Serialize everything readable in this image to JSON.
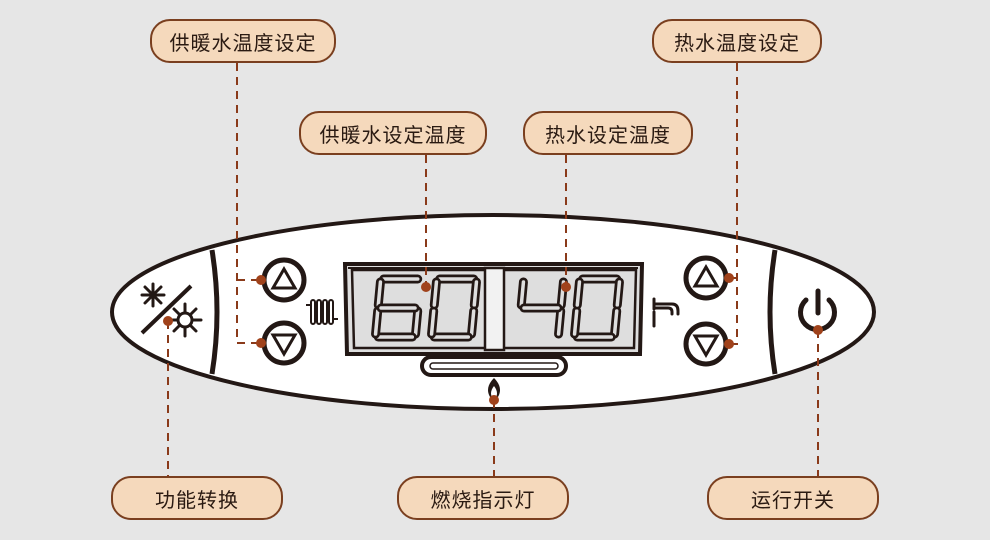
{
  "colors": {
    "background": "#e6e6e6",
    "outline": "#231815",
    "lcd": "#dedede",
    "callout_fill": "#f5d9bc",
    "callout_border": "#7a3f1f",
    "leader": "#8a3a1a",
    "marker": "#a0421b"
  },
  "callouts": {
    "heating_setting": "供暖水温度设定",
    "hot_water_setting": "热水温度设定",
    "heating_set_temp": "供暖水设定温度",
    "hot_water_set_temp": "热水设定温度",
    "mode_switch": "功能转换",
    "flame_indicator": "燃烧指示灯",
    "power_switch": "运行开关"
  },
  "display": {
    "heating_value": "60",
    "hot_water_value": "40"
  },
  "icons": {
    "mode": "snowflake-sun-icon",
    "heating": "radiator-icon",
    "hot_water": "faucet-icon",
    "flame": "flame-icon",
    "power": "power-icon",
    "up": "up-triangle-icon",
    "down": "down-triangle-icon"
  }
}
